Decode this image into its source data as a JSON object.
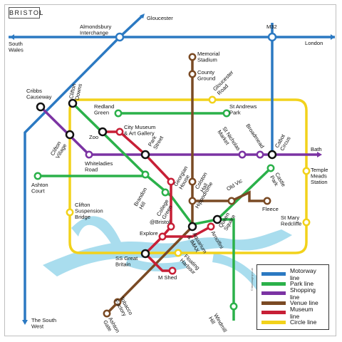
{
  "title": "BRISTOL",
  "colors": {
    "motorway": "#2B79C2",
    "park": "#2BB14A",
    "shopping": "#7B33A3",
    "venue": "#7A4A24",
    "museum": "#C71F36",
    "circle": "#F2D21B",
    "water": "#A9DDEE",
    "station_fill": "#ffffff",
    "interchange_outline": "#111111"
  },
  "legend": [
    {
      "label": "Motorway line",
      "color": "#2B79C2"
    },
    {
      "label": "Park line",
      "color": "#2BB14A"
    },
    {
      "label": "Shopping line",
      "color": "#7B33A3"
    },
    {
      "label": "Venue line",
      "color": "#7A4A24"
    },
    {
      "label": "Museum line",
      "color": "#C71F36"
    },
    {
      "label": "Circle line",
      "color": "#F2D21B"
    }
  ],
  "credit": "© fakeimagery.co.uk",
  "labels": {
    "south_wales": "South\nWales",
    "london": "London",
    "gloucester": "Gloucester",
    "almondsbury": "Almondsbury\nInterchange",
    "m32": "M32",
    "memorial_stadium": "Memorial\nStadium",
    "county_ground": "County\nGround",
    "gloucester_road": "Gloucester\nRoad",
    "cribbs_causeway": "Cribbs\nCauseway",
    "clifton_downs": "Clifton\nDowns",
    "redland_green": "Redland\nGreen",
    "st_andrews_park": "St Andrews\nPark",
    "city_museum": "City Museum\n& Art Gallery",
    "zoo": "Zoo",
    "clifton_village": "Clifton\nVillage",
    "park_street": "Park\nStreet",
    "st_nicholas_market": "St Nicholas\nMarket",
    "broadmead": "Broadmead",
    "cabot_circus": "Cabot\nCircus",
    "bath": "Bath",
    "whiteladies_road": "Whiteladies\nRoad",
    "georgian_house": "Georgian\nHouse",
    "colston_hall": "Colston\nHall",
    "castle_park": "Castle\nPark",
    "temple_meads": "Temple\nMeads\nStation",
    "ashton_court": "Ashton\nCourt",
    "brandon_hill": "Brandon\nHill",
    "hippodrome": "Hippodrome",
    "old_vic": "Old Vic",
    "college_green": "College\nGreen",
    "fleece": "Fleece",
    "clifton_suspension_bridge": "Clifton\nSuspension\nBridge",
    "at_bristol": "@Bristol",
    "queen_square": "Queen\nSquare",
    "st_mary_redcliffe": "St Mary\nRedcliffe",
    "explore": "Explore",
    "aquarium": "Aquarium\n& IMAX",
    "arnolfini": "Arnolfini",
    "ss_great_britain": "SS Great\nBritain",
    "floating_harbour": "Floating\nHarbour",
    "m_shed": "M Shed",
    "tobacco_factory": "Tobacco\nFactory",
    "ashton_gate": "Ashton\nGate",
    "windmill_hill": "Windmill\nHill",
    "the_south_west": "The South\nWest"
  }
}
